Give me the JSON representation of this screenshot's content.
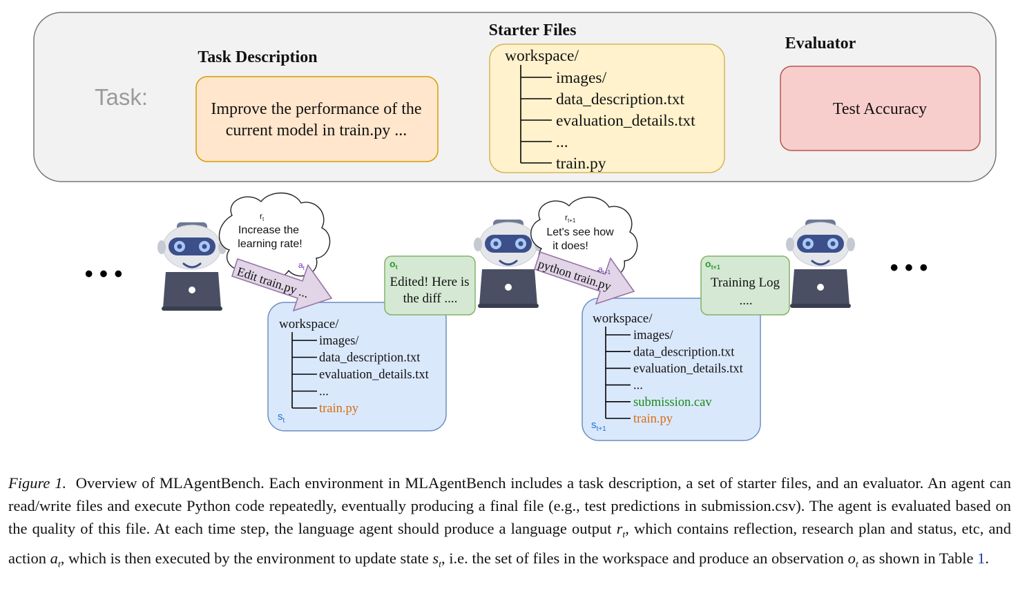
{
  "task": {
    "label": "Task:",
    "task_description": {
      "heading": "Task Description",
      "line1": "Improve the performance of the",
      "line2": "current model in train.py ..."
    },
    "starter_files": {
      "heading": "Starter Files",
      "root": "workspace/",
      "items": [
        "images/",
        "data_description.txt",
        "evaluation_details.txt",
        "...",
        "train.py"
      ]
    },
    "evaluator": {
      "heading": "Evaluator",
      "metric": "Test Accuracy"
    }
  },
  "loop": {
    "ellipsis_left": "• • •",
    "ellipsis_right": "• • •",
    "step1": {
      "thought_var": "r",
      "thought_sub": "t",
      "thought_line1": "Increase the",
      "thought_line2": "learning rate!",
      "action_var": "a",
      "action_sub": "t",
      "action_text": "Edit train.py ...",
      "obs_var": "o",
      "obs_sub": "t",
      "obs_line1": "Edited! Here is",
      "obs_line2": "the diff ....",
      "state_var": "s",
      "state_sub": "t",
      "state_root": "workspace/",
      "state_items": [
        "images/",
        "data_description.txt",
        "evaluation_details.txt",
        "...",
        "train.py"
      ]
    },
    "step2": {
      "thought_var": "r",
      "thought_sub": "t+1",
      "thought_line1": "Let's see how",
      "thought_line2": "it does!",
      "action_var": "a",
      "action_sub": "t+1",
      "action_text": "python train.py",
      "obs_var": "o",
      "obs_sub": "t+1",
      "obs_line1": "Training Log",
      "obs_line2": "....",
      "state_var": "s",
      "state_sub": "t+1",
      "state_root": "workspace/",
      "state_items": [
        "images/",
        "data_description.txt",
        "evaluation_details.txt",
        "...",
        "submission.cav",
        "train.py"
      ]
    }
  },
  "caption": {
    "label": "Figure 1.",
    "s1": "Overview of MLAgentBench. Each environment in MLAgentBench includes a task description, a set of starter files, and an evaluator. An agent can read/write files and execute Python code repeatedly, eventually producing a final file (e.g., test predictions in submission.csv). The agent is evaluated based on the quality of this file. At each time step, the language agent should produce a language output",
    "r_var": "r",
    "r_sub": "t",
    "s2": ", which contains reflection, research plan and status, etc, and action",
    "a_var": "a",
    "a_sub": "t",
    "s3": ", which is then executed by the environment to update state",
    "s_var": "s",
    "s_sub": "t",
    "s4": ", i.e. the set of files in the workspace and produce an observation",
    "o_var": "o",
    "o_sub": "t",
    "s5": "as shown in Table",
    "table_ref": "1",
    "s6": "."
  },
  "colors": {
    "task_panel_fill": "#f2f2f2",
    "task_desc_fill": "#ffe6cc",
    "task_desc_stroke": "#d79b00",
    "starter_fill": "#fff2cc",
    "starter_stroke": "#d6b656",
    "evaluator_fill": "#f8cecc",
    "evaluator_stroke": "#b85450",
    "state_fill": "#dae8fc",
    "state_stroke": "#6c8ebf",
    "obs_fill": "#d5e8d4",
    "obs_stroke": "#82b366",
    "action_fill": "#e1d5e7",
    "action_stroke": "#9673a6",
    "train_file": "#d86d10",
    "new_file": "#1a8a1a",
    "state_label": "#1f6fd1",
    "action_label": "#6a2fb0",
    "obs_label": "#2a9a2a",
    "robot_head": "#e6e6e6",
    "robot_visor": "#3c4f8a",
    "robot_eye": "#a9c9f5",
    "laptop": "#4a4f63"
  }
}
